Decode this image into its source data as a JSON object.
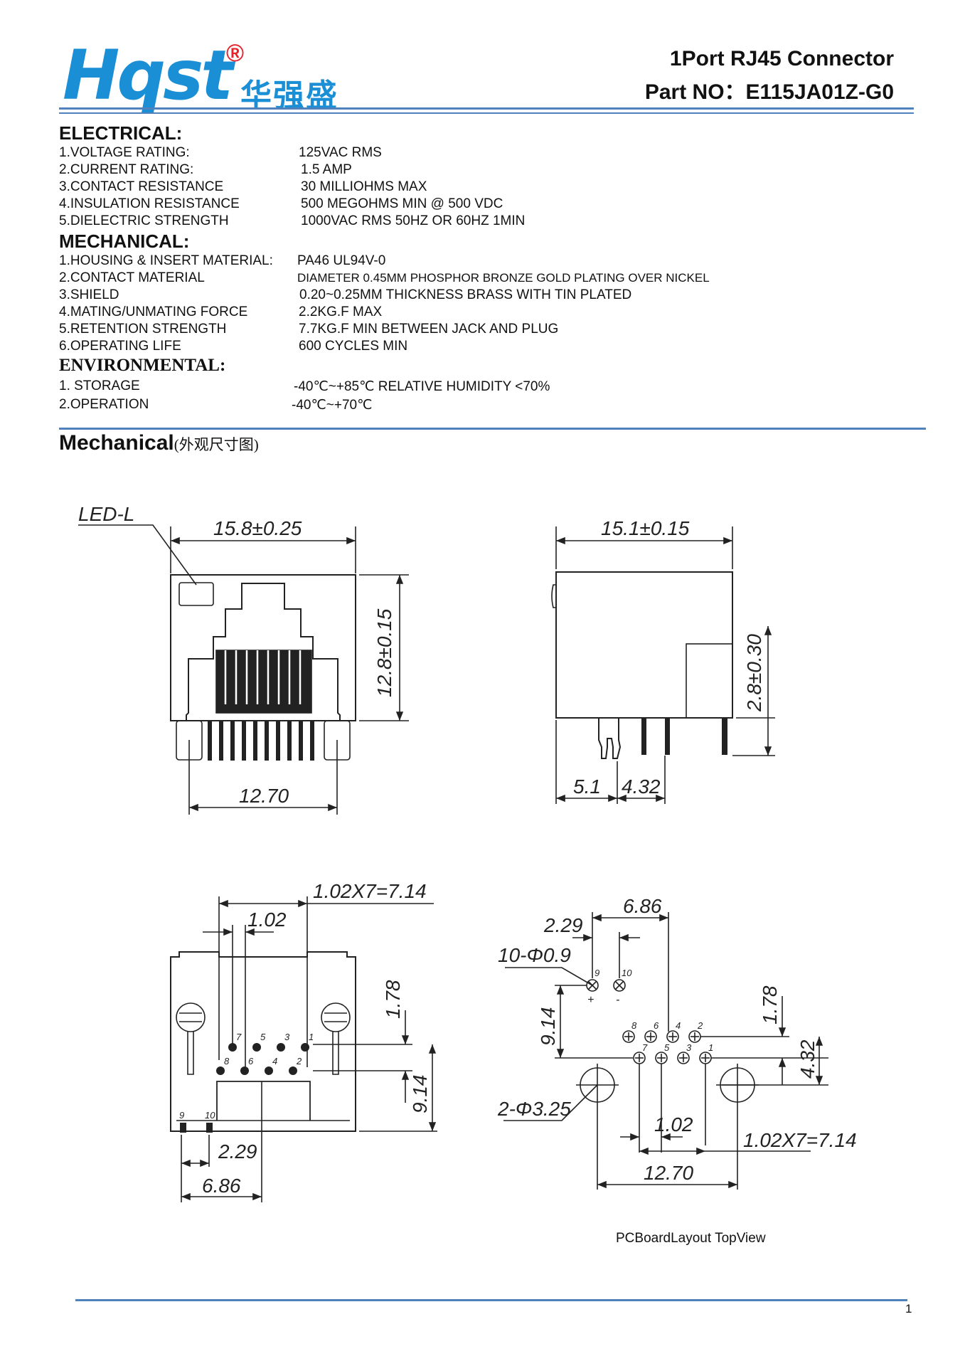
{
  "header": {
    "logo_text": "Hqst",
    "logo_reg": "®",
    "logo_cn": "华强盛",
    "title": "1Port RJ45 Connector",
    "part_no": "Part NO：E115JA01Z-G0"
  },
  "electrical": {
    "heading": "ELECTRICAL:",
    "rows": [
      {
        "label": "1.VOLTAGE RATING:",
        "value": "125VAC RMS"
      },
      {
        "label": "2.CURRENT RATING:",
        "value": "1.5 AMP"
      },
      {
        "label": "3.CONTACT RESISTANCE",
        "value": "30 MILLIOHMS MAX"
      },
      {
        "label": "4.INSULATION RESISTANCE",
        "value": "500 MEGOHMS MIN @ 500 VDC"
      },
      {
        "label": "5.DIELECTRIC STRENGTH",
        "value": "1000VAC RMS 50HZ OR 60HZ 1MIN"
      }
    ]
  },
  "mechanical": {
    "heading": "MECHANICAL:",
    "rows": [
      {
        "label": "1.HOUSING & INSERT MATERIAL:",
        "value": "PA46  UL94V-0"
      },
      {
        "label": "2.CONTACT MATERIAL",
        "value": "DIAMETER 0.45MM PHOSPHOR BRONZE GOLD PLATING OVER NICKEL"
      },
      {
        "label": "3.SHIELD",
        "value": "0.20~0.25MM THICKNESS BRASS WITH TIN PLATED"
      },
      {
        "label": "4.MATING/UNMATING FORCE",
        "value": "2.2KG.F MAX"
      },
      {
        "label": "5.RETENTION STRENGTH",
        "value": "7.7KG.F MIN BETWEEN JACK AND PLUG"
      },
      {
        "label": "6.OPERATING LIFE",
        "value": "600 CYCLES MIN"
      }
    ]
  },
  "environmental": {
    "heading": "ENVIRONMENTAL:",
    "rows": [
      {
        "label": "1. STORAGE",
        "value": "-40℃~+85℃  RELATIVE HUMIDITY <70%"
      },
      {
        "label": "2.OPERATION",
        "value": "-40℃~+70℃"
      }
    ]
  },
  "drawing": {
    "title": "Mechanical",
    "subtitle": "(外观尺寸图)",
    "front": {
      "led": "LED-L",
      "width": "15.8±0.25",
      "height": "12.8±0.15",
      "pitch": "12.70"
    },
    "side": {
      "width": "15.1±0.15",
      "height": "2.8±0.30",
      "d1": "5.1",
      "d2": "4.32"
    },
    "bottom": {
      "total": "1.02X7=7.14",
      "pitch": "1.02",
      "d178": "1.78",
      "d914": "9.14",
      "d229": "2.29",
      "d686": "6.86",
      "pins_top": [
        "7",
        "5",
        "3",
        "1"
      ],
      "pins_bot": [
        "8",
        "6",
        "4",
        "2"
      ],
      "pin9": "9",
      "pin10": "10"
    },
    "pcb": {
      "d686": "6.86",
      "d229": "2.29",
      "holes": "10-Φ0.9",
      "d914": "9.14",
      "big_holes": "2-Φ3.25",
      "d178": "1.78",
      "d432": "4.32",
      "pitch": "1.02",
      "total": "1.02X7=7.14",
      "d1270": "12.70",
      "pin9": "9",
      "pin10": "10",
      "plus": "+",
      "minus": "-",
      "pins_top": [
        "8",
        "6",
        "4",
        "2"
      ],
      "pins_bot": [
        "7",
        "5",
        "3",
        "1"
      ]
    }
  },
  "caption": "PCBoardLayout TopView",
  "page_number": "1"
}
